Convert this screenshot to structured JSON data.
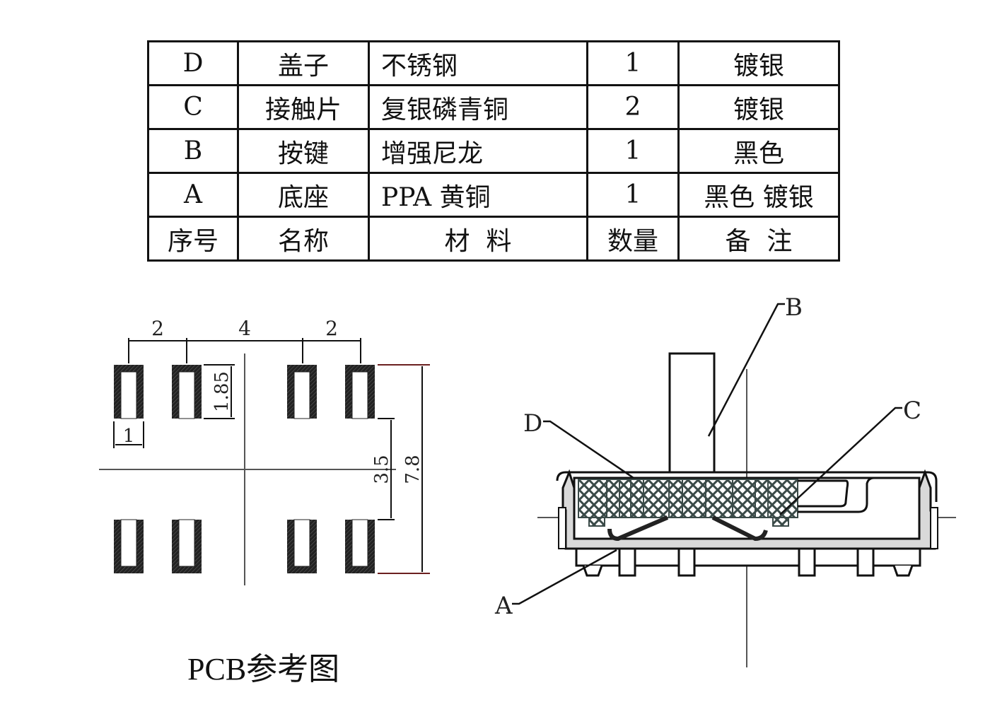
{
  "bom_table": {
    "header": [
      "序号",
      "名称",
      "材  料",
      "数量",
      "备  注"
    ],
    "rows": [
      {
        "index": "D",
        "name": "盖子",
        "material": "不锈钢",
        "qty": "1",
        "remark": "镀银"
      },
      {
        "index": "C",
        "name": "接触片",
        "material": "复银磷青铜",
        "qty": "2",
        "remark": "镀银"
      },
      {
        "index": "B",
        "name": "按键",
        "material": "增强尼龙",
        "qty": "1",
        "remark": "黑色"
      },
      {
        "index": "A",
        "name": "底座",
        "material": "PPA  黄铜",
        "qty": "1",
        "remark": "黑色 镀银"
      }
    ]
  },
  "pcb_drawing": {
    "caption": "PCB参考图",
    "dimensions": {
      "pad_pitch_outer_left": "2",
      "pad_pitch_center": "4",
      "pad_pitch_outer_right": "2",
      "pad_width": "1",
      "pad_length": "1.85",
      "inner_row_gap": "3.5",
      "overall_length": "7.8"
    },
    "pad_count": 8
  },
  "section_drawing": {
    "callouts": [
      {
        "label": "B",
        "part": "按键"
      },
      {
        "label": "C",
        "part": "接触片"
      },
      {
        "label": "D",
        "part": "盖子"
      },
      {
        "label": "A",
        "part": "底座"
      }
    ]
  },
  "colors": {
    "line": "#111111",
    "body_fill": "#d9d9d9",
    "hatch": "#3a4a48",
    "dim_accent": "#6b2020"
  }
}
